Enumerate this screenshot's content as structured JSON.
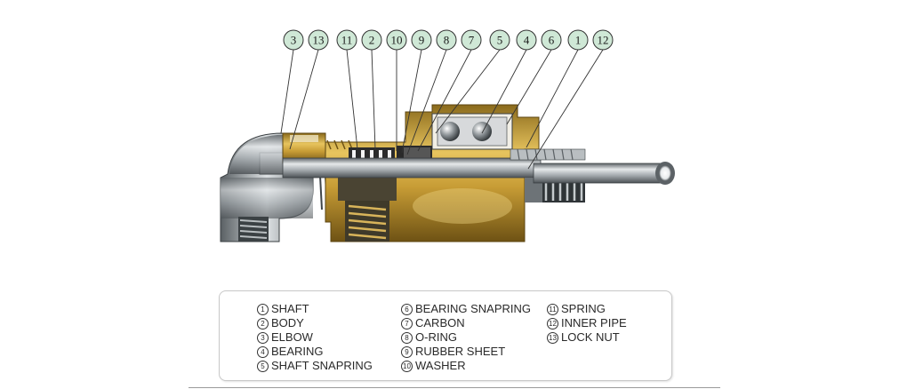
{
  "callouts": [
    "3",
    "13",
    "11",
    "2",
    "10",
    "9",
    "8",
    "7",
    "5",
    "4",
    "6",
    "1",
    "12"
  ],
  "legend": {
    "columns": [
      [
        {
          "num": "1",
          "label": "SHAFT"
        },
        {
          "num": "2",
          "label": "BODY"
        },
        {
          "num": "3",
          "label": "ELBOW"
        },
        {
          "num": "4",
          "label": "BEARING"
        },
        {
          "num": "5",
          "label": "SHAFT SNAPRING"
        }
      ],
      [
        {
          "num": "6",
          "label": "BEARING SNAPRING"
        },
        {
          "num": "7",
          "label": "CARBON"
        },
        {
          "num": "8",
          "label": "O-RING"
        },
        {
          "num": "9",
          "label": "RUBBER SHEET"
        },
        {
          "num": "10",
          "label": "WASHER"
        }
      ],
      [
        {
          "num": "11",
          "label": "SPRING"
        },
        {
          "num": "12",
          "label": "INNER PIPE"
        },
        {
          "num": "13",
          "label": "LOCK NUT"
        }
      ]
    ]
  },
  "colors": {
    "callout_fill": "#cfe8d6",
    "brass": "#c9a23a",
    "steel": "#9aa0a4",
    "leader": "#333333"
  }
}
